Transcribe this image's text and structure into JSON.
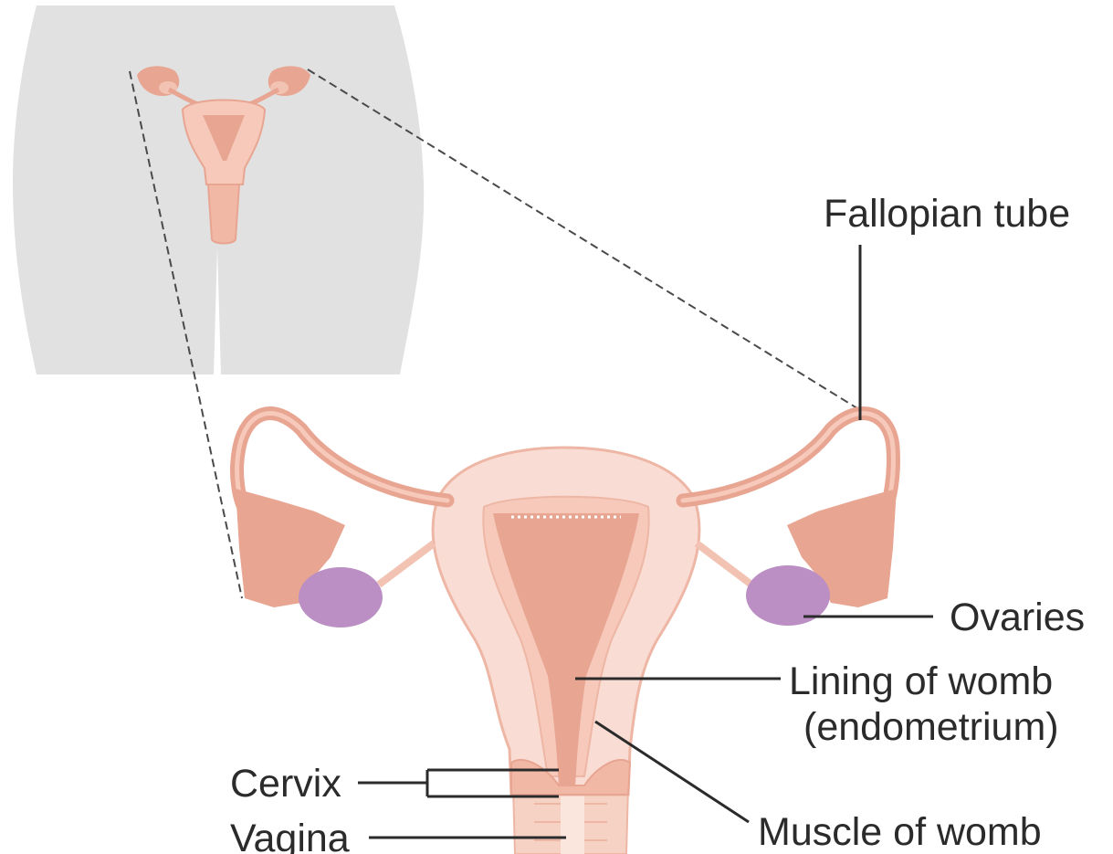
{
  "colors": {
    "body_silhouette": "#e1e1e1",
    "uterus_outer": "#f9dcd4",
    "uterus_muscle": "#f6c9bb",
    "lining": "#e8a591",
    "tube": "#e8a591",
    "ovary": "#bb8fc4",
    "label_text": "#2b2b2b"
  },
  "labels": {
    "fallopian_tube": "Fallopian tube",
    "ovaries": "Ovaries",
    "lining_line1": "Lining of womb",
    "lining_line2": "(endometrium)",
    "cervix": "Cervix",
    "vagina": "Vagina",
    "muscle": "Muscle of womb"
  }
}
